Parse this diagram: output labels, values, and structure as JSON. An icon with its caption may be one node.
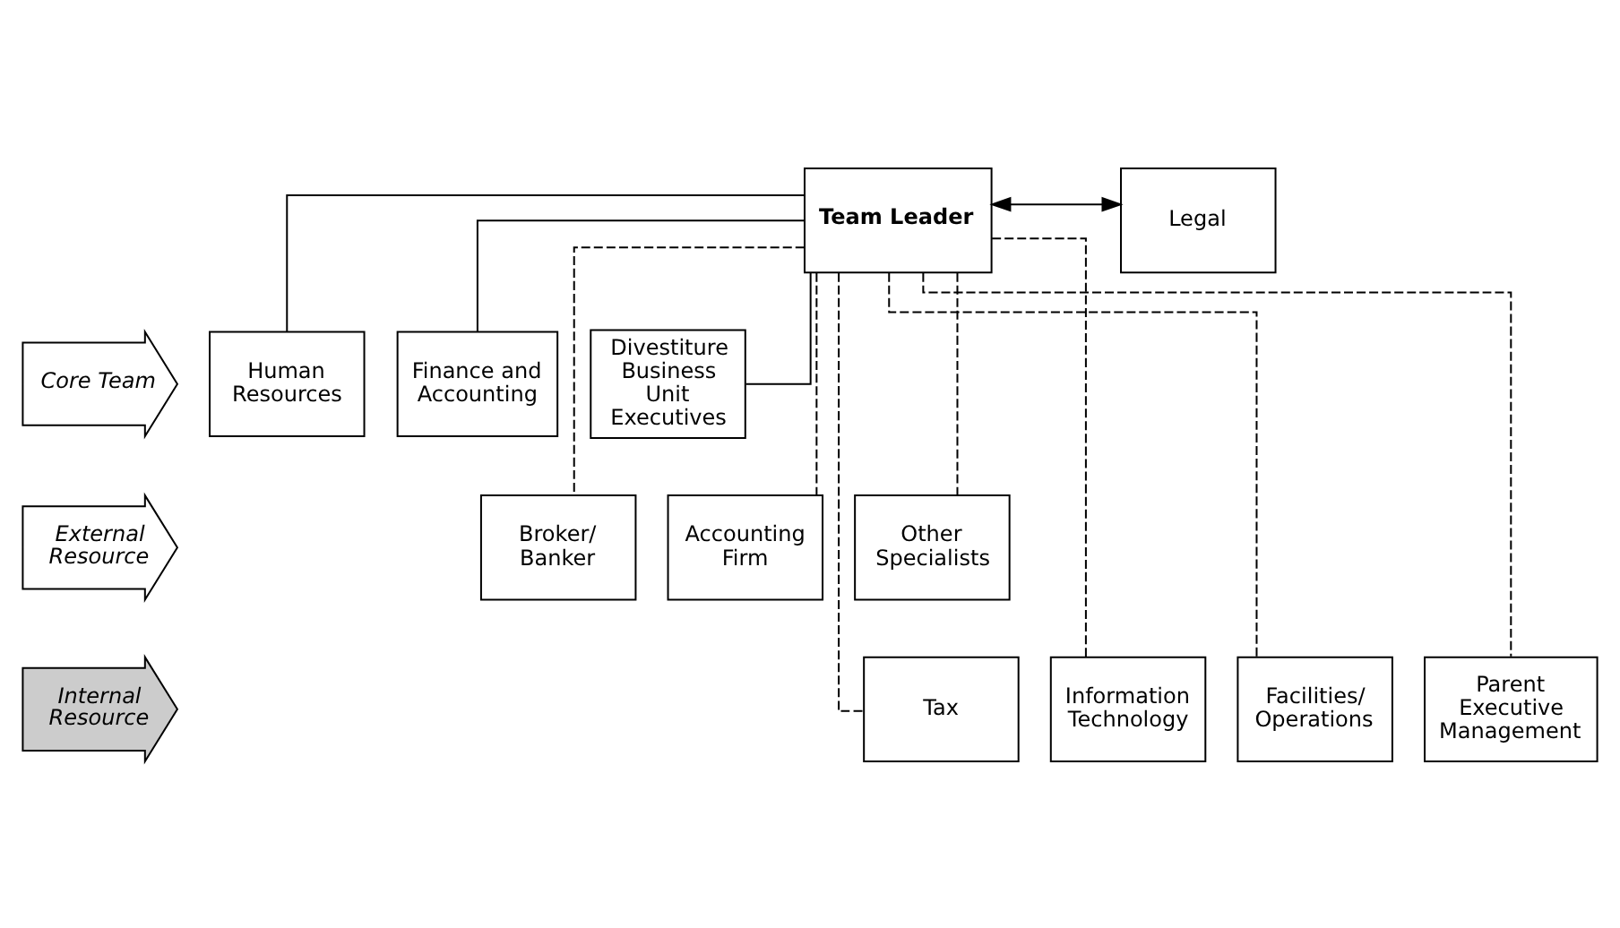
{
  "diagram": {
    "nodes": [
      {
        "text": [
          "Team Leader"
        ]
      },
      {
        "text": [
          "Legal"
        ]
      },
      {
        "text": [
          "Core Team"
        ]
      },
      {
        "text": [
          "Human Resources"
        ]
      },
      {
        "text": [
          "Finance and Accounting"
        ]
      },
      {
        "text": [
          "Divestiture Business Unit Executives"
        ]
      },
      {
        "text": [
          "External Resource"
        ]
      },
      {
        "text": [
          "Broker/ Banker"
        ]
      },
      {
        "text": [
          "Accounting Firm"
        ]
      },
      {
        "text": [
          "Other Specialists"
        ]
      },
      {
        "text": [
          "Internal Resource"
        ]
      },
      {
        "text": [
          "Tax"
        ]
      },
      {
        "text": [
          "Information Technology"
        ]
      },
      {
        "text": [
          "Facilities/ Operations"
        ]
      },
      {
        "text": [
          "Parent Executive Management"
        ]
      }
    ],
    "edges": [
      {
        "from": 0,
        "to": 1,
        "arrow": "both"
      },
      {
        "from": 0,
        "to": 3,
        "arrow": "none"
      },
      {
        "from": 0,
        "to": 4,
        "arrow": "none"
      },
      {
        "from": 0,
        "to": 5,
        "arrow": "none"
      },
      {
        "from": 0,
        "to": 7,
        "arrow": "none",
        "style": "dashed"
      },
      {
        "from": 0,
        "to": 11,
        "arrow": "none",
        "style": "dashed"
      },
      {
        "from": 0,
        "to": 8,
        "arrow": "none",
        "style": "dashed"
      },
      {
        "from": 0,
        "to": 12,
        "arrow": "none",
        "style": "dashed"
      },
      {
        "from": 0,
        "to": 9,
        "arrow": "none",
        "style": "dashed"
      },
      {
        "from": 0,
        "to": 13,
        "arrow": "none",
        "style": "dashed"
      },
      {
        "from": 0,
        "to": 14,
        "arrow": "none",
        "style": "dashed"
      }
    ]
  }
}
